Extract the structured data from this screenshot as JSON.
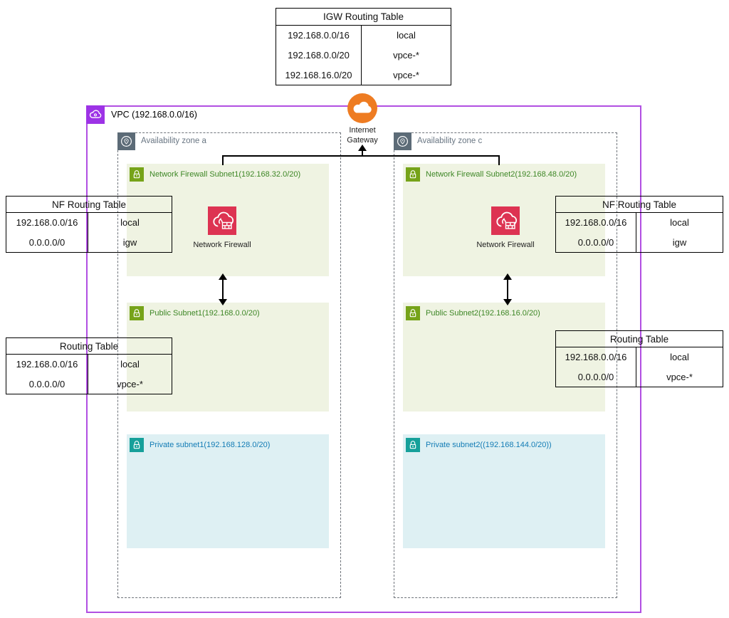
{
  "tables": {
    "igw": {
      "title": "IGW Routing Table",
      "rows": [
        {
          "dest": "192.168.0.0/16",
          "target": "local"
        },
        {
          "dest": "192.168.0.0/20",
          "target": "vpce-*"
        },
        {
          "dest": "192.168.16.0/20",
          "target": "vpce-*"
        }
      ]
    },
    "nf_left": {
      "title": "NF Routing Table",
      "rows": [
        {
          "dest": "192.168.0.0/16",
          "target": "local"
        },
        {
          "dest": "0.0.0.0/0",
          "target": "igw"
        }
      ]
    },
    "nf_right": {
      "title": "NF Routing Table",
      "rows": [
        {
          "dest": "192.168.0.0/16",
          "target": "local"
        },
        {
          "dest": "0.0.0.0/0",
          "target": "igw"
        }
      ]
    },
    "rt_left": {
      "title": "Routing Table",
      "rows": [
        {
          "dest": "192.168.0.0/16",
          "target": "local"
        },
        {
          "dest": "0.0.0.0/0",
          "target": "vpce-*"
        }
      ]
    },
    "rt_right": {
      "title": "Routing Table",
      "rows": [
        {
          "dest": "192.168.0.0/16",
          "target": "local"
        },
        {
          "dest": "0.0.0.0/0",
          "target": "vpce-*"
        }
      ]
    }
  },
  "vpc": {
    "label": "VPC (192.168.0.0/16)"
  },
  "internet_gateway": {
    "line1": "Internet",
    "line2": "Gateway"
  },
  "zones": {
    "a": {
      "label": "Availability zone a"
    },
    "c": {
      "label": "Availability zone c"
    }
  },
  "subnets": {
    "nf1": {
      "label": "Network Firewall Subnet1(192.168.32.0/20)"
    },
    "nf2": {
      "label": "Network Firewall Subnet2(192.168.48.0/20)"
    },
    "public1": {
      "label": "Public Subnet1(192.168.0.0/20)"
    },
    "public2": {
      "label": "Public Subnet2(192.168.16.0/20)"
    },
    "private1": {
      "label": "Private subnet1(192.168.128.0/20)"
    },
    "private2": {
      "label": "Private subnet2((192.168.144.0/20))"
    }
  },
  "firewall": {
    "label": "Network Firewall"
  },
  "colors": {
    "vpc_border": "#b14fe2",
    "vpc_icon_bg": "#9d33e6",
    "igw_orange": "#ee7c22",
    "firewall_red": "#dd3352",
    "subnet_green_bg": "#eff3e2",
    "subnet_green_text": "#3e8726",
    "subnet_green_icon": "#76a319",
    "subnet_blue_bg": "#def0f3",
    "subnet_blue_text": "#137cb5",
    "subnet_blue_icon": "#16a09a",
    "az_gray": "#697683"
  }
}
